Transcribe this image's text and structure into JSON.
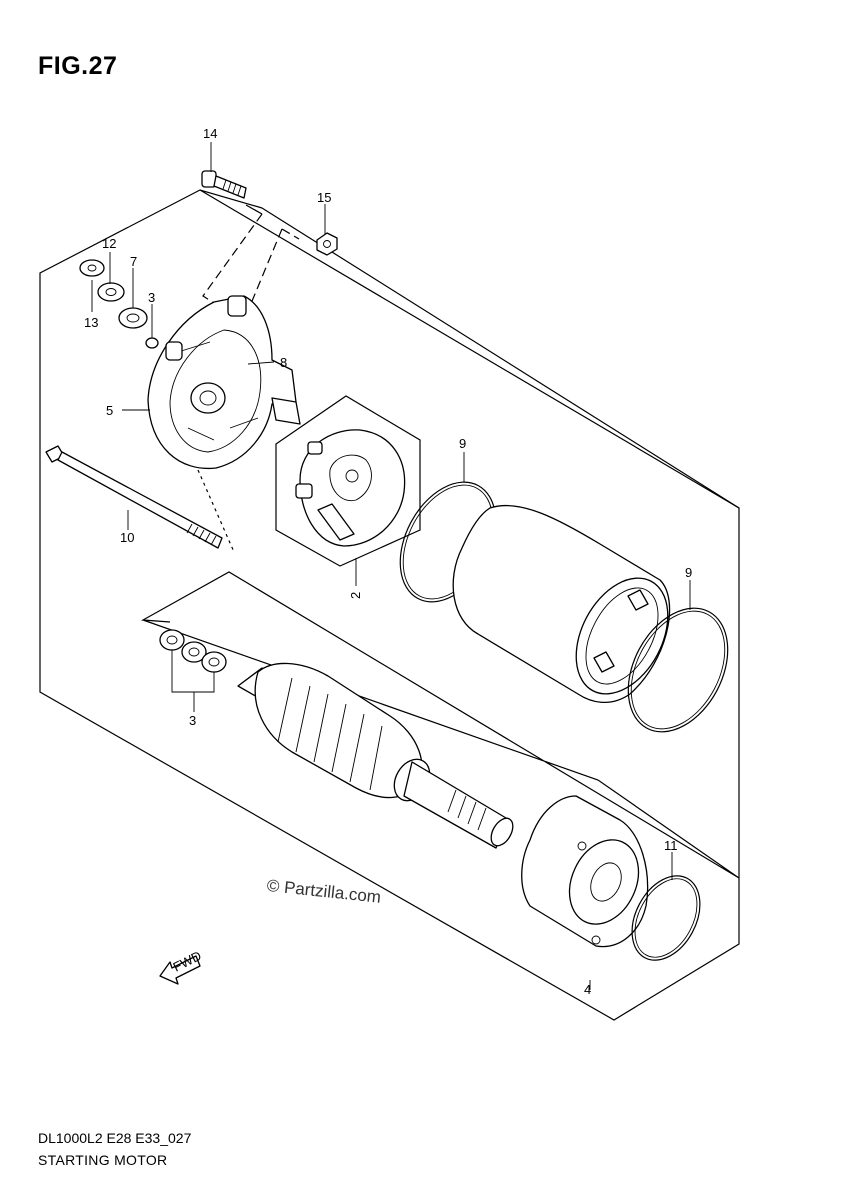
{
  "figure": {
    "title": "FIG.27",
    "code": "DL1000L2 E28 E33_027",
    "caption": "STARTING MOTOR",
    "watermark": "© Partzilla.com",
    "direction_badge": "FWD"
  },
  "callouts": [
    {
      "key": "c14",
      "label": "14",
      "part": "bolt"
    },
    {
      "key": "c15",
      "label": "15",
      "part": "nut"
    },
    {
      "key": "c12",
      "label": "12",
      "part": "washer"
    },
    {
      "key": "c7",
      "label": "7",
      "part": "washer"
    },
    {
      "key": "c13",
      "label": "13",
      "part": "nut"
    },
    {
      "key": "c3a",
      "label": "3",
      "part": "o-ring"
    },
    {
      "key": "c8",
      "label": "8",
      "part": "terminal"
    },
    {
      "key": "c5",
      "label": "5",
      "part": "end cover"
    },
    {
      "key": "c10",
      "label": "10",
      "part": "through bolt"
    },
    {
      "key": "c9a",
      "label": "9",
      "part": "o-ring"
    },
    {
      "key": "c2",
      "label": "2",
      "part": "brush holder"
    },
    {
      "key": "c9b",
      "label": "9",
      "part": "o-ring"
    },
    {
      "key": "c3b",
      "label": "3",
      "part": "washer set"
    },
    {
      "key": "c11",
      "label": "11",
      "part": "o-ring"
    },
    {
      "key": "c4",
      "label": "4",
      "part": "starter motor assy"
    }
  ],
  "colors": {
    "ink": "#000000",
    "paper": "#ffffff",
    "watermark": "#333333"
  }
}
